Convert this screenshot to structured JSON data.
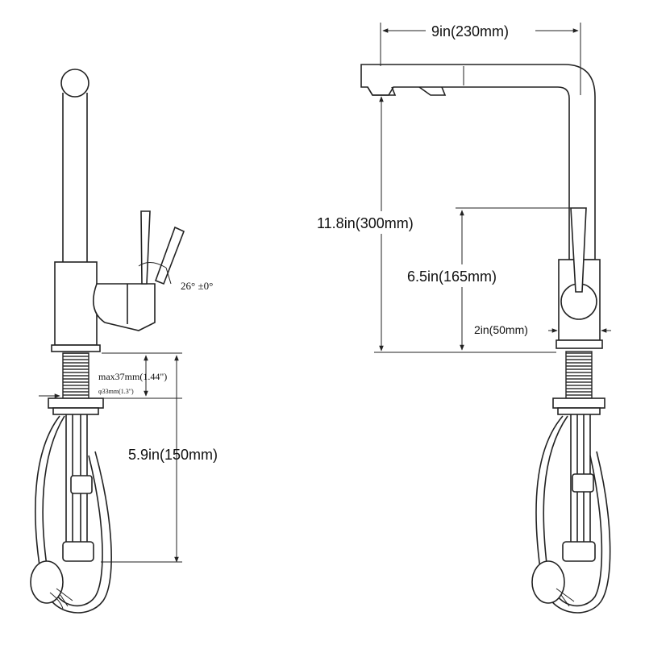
{
  "side_view": {
    "angle_label": "26°  ±0°",
    "max_thickness_label": "max37mm(1.44\")",
    "hole_diameter_label": "φ33mm(1.3\")",
    "below_deck_label": "5.9in(150mm)"
  },
  "front_view": {
    "reach_label": "9in(230mm)",
    "total_height_label": "11.8in(300mm)",
    "spout_height_label": "6.5in(165mm)",
    "base_width_label": "2in(50mm)"
  },
  "colors": {
    "line": "#222222",
    "background": "#ffffff"
  }
}
